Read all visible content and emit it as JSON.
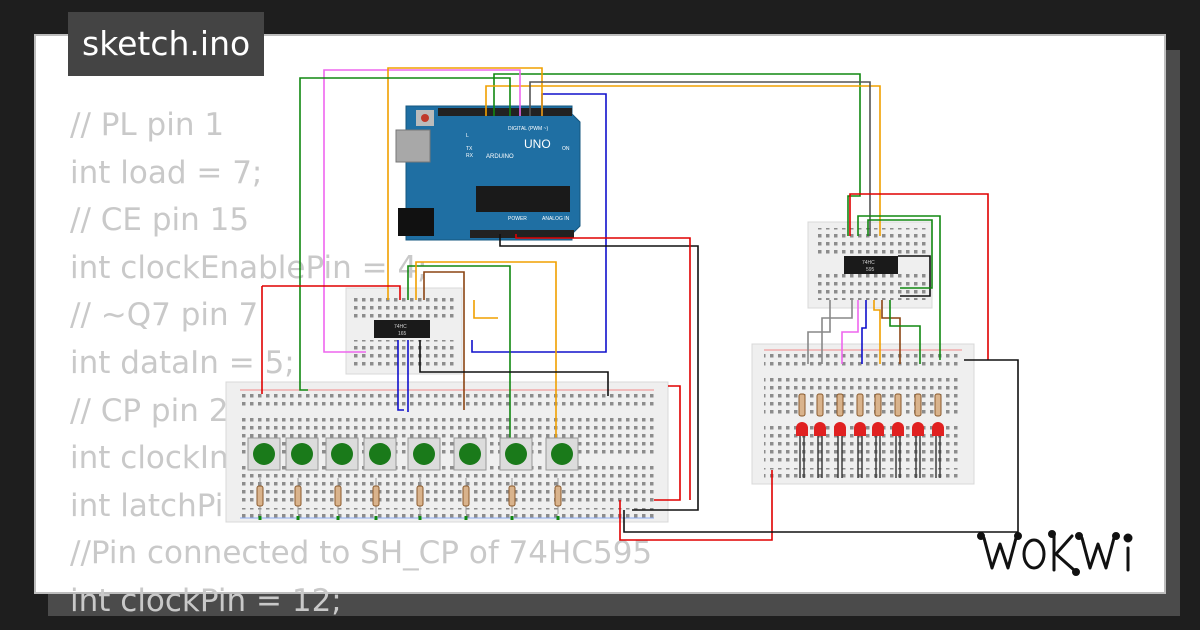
{
  "editor": {
    "file_tab": "sketch.ino",
    "code_lines": [
      "// PL pin 1",
      "int load = 7;",
      "// CE pin 15",
      "int clockEnablePin = 4;",
      "// ~Q7 pin 7",
      "int dataIn = 5;",
      "// CP pin 2",
      "int clockIn",
      "int latchPin",
      "//Pin connected to SH_CP of 74HC595",
      "int clockPin = 12;"
    ]
  },
  "circuit": {
    "board": {
      "logo": "UNO",
      "brand": "ARDUINO",
      "header_digital": "DIGITAL (PWM ~)",
      "header_power": "POWER",
      "header_analog": "ANALOG IN",
      "led_on": "ON",
      "led_tx": "TX",
      "led_rx": "RX",
      "led_l": "L"
    },
    "chip_input": {
      "line1": "74HC",
      "line2": "165"
    },
    "chip_output": {
      "line1": "74HC",
      "line2": "595"
    },
    "button_count": 8,
    "led_count": 8
  },
  "brand": {
    "name": "WOKWI"
  },
  "colors": {
    "background": "#1e1e1e",
    "card": "#ffffff",
    "tab": "#444444",
    "board": "#1f6fa3",
    "button": "#1a7a1a",
    "led": "#e02020",
    "wire_red": "#e00000",
    "wire_green": "#118811",
    "wire_orange": "#f0a000",
    "wire_blue": "#1010cc",
    "wire_pink": "#ee66ee",
    "wire_brown": "#8b4513"
  }
}
